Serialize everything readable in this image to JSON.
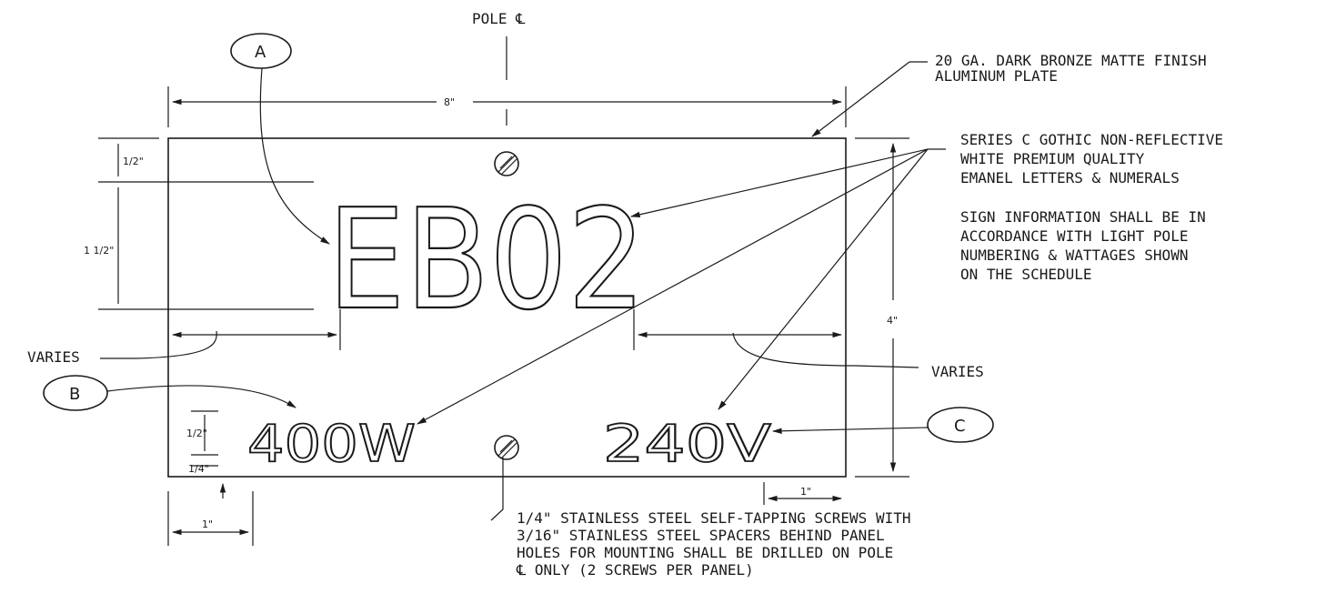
{
  "plate": {
    "legend_main": "EB02",
    "legend_watt": "400W",
    "legend_volt": "240V"
  },
  "callouts": {
    "a": "A",
    "b": "B",
    "c": "C"
  },
  "notes": {
    "pole_centerline": "POLE ℄",
    "material_line1": "20 GA. DARK BRONZE MATTE FINISH",
    "material_line2": "ALUMINUM PLATE",
    "letters_line1": "SERIES C GOTHIC NON-REFLECTIVE",
    "letters_line2": "WHITE PREMIUM QUALITY",
    "letters_line3": "EMANEL LETTERS & NUMERALS",
    "info_line1": "SIGN INFORMATION SHALL BE IN",
    "info_line2": "ACCORDANCE WITH LIGHT POLE",
    "info_line3": "NUMBERING & WATTAGES SHOWN",
    "info_line4": "ON THE SCHEDULE",
    "varies_left": "VARIES",
    "varies_right": "VARIES",
    "screws_line1": "1/4\" STAINLESS STEEL SELF-TAPPING SCREWS WITH",
    "screws_line2": "3/16\" STAINLESS STEEL SPACERS BEHIND PANEL",
    "screws_line3": "HOLES FOR MOUNTING SHALL BE DRILLED ON POLE",
    "screws_line4": "℄ ONLY (2 SCREWS PER PANEL)"
  },
  "dimensions": {
    "width": "8\"",
    "height": "4\"",
    "top_margin": "1/2\"",
    "main_height": "1 1/2\"",
    "small_height": "1/2\"",
    "bottom_margin": "1/4\"",
    "left_offset": "1\"",
    "right_offset": "1\""
  }
}
